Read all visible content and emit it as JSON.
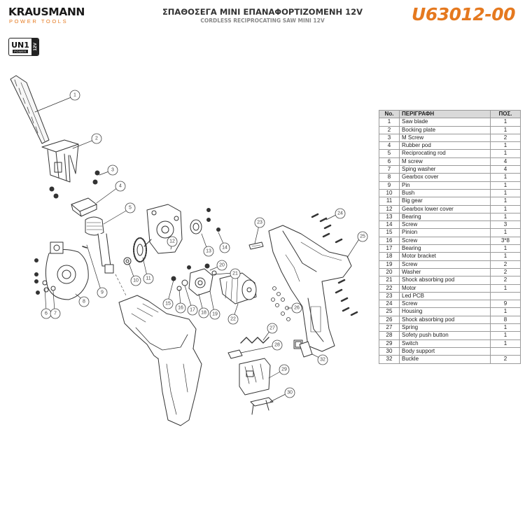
{
  "header": {
    "brand_name": "KRAUSMANN",
    "brand_tagline": "POWER TOOLS",
    "title": "ΣΠΑΘΟΣΕΓΑ MINI ΕΠΑΝΑΦΟΡΤΙΖΟΜΕΝΗ 12V",
    "subtitle": "CORDLESS RECIPROCATING SAW MINI 12V",
    "model_code": "U63012-00"
  },
  "badge": {
    "name": "UN1",
    "small": "POWER",
    "voltage": "12V"
  },
  "colors": {
    "accent": "#e5791f",
    "line": "#333333",
    "table_header": "#d9d9d9"
  },
  "table": {
    "col_no": "No.",
    "col_desc": "ΠΕΡΙΓΡΑΦΗ",
    "col_qty": "ΠΟΣ.",
    "rows": [
      {
        "no": "1",
        "desc": "Saw blade",
        "qty": "1"
      },
      {
        "no": "2",
        "desc": "Bocking plate",
        "qty": "1"
      },
      {
        "no": "3",
        "desc": "M Screw",
        "qty": "2"
      },
      {
        "no": "4",
        "desc": "Rubber pod",
        "qty": "1"
      },
      {
        "no": "5",
        "desc": "Reciprocating rod",
        "qty": "1"
      },
      {
        "no": "6",
        "desc": "M screw",
        "qty": "4"
      },
      {
        "no": "7",
        "desc": "Sping washer",
        "qty": "4"
      },
      {
        "no": "8",
        "desc": "Gearbox cover",
        "qty": "1"
      },
      {
        "no": "9",
        "desc": "Pin",
        "qty": "1"
      },
      {
        "no": "10",
        "desc": "Bush",
        "qty": "1"
      },
      {
        "no": "11",
        "desc": "Big gear",
        "qty": "1"
      },
      {
        "no": "12",
        "desc": "Gearbox lower cover",
        "qty": "1"
      },
      {
        "no": "13",
        "desc": "Bearing",
        "qty": "1"
      },
      {
        "no": "14",
        "desc": "Screw",
        "qty": "3"
      },
      {
        "no": "15",
        "desc": "Pinion",
        "qty": "1"
      },
      {
        "no": "16",
        "desc": "Screw",
        "qty": "3*8"
      },
      {
        "no": "17",
        "desc": "Bearing",
        "qty": "1"
      },
      {
        "no": "18",
        "desc": "Motor bracket",
        "qty": "1"
      },
      {
        "no": "19",
        "desc": "Screw",
        "qty": "2"
      },
      {
        "no": "20",
        "desc": "Washer",
        "qty": "2"
      },
      {
        "no": "21",
        "desc": "Shock absorbing pod",
        "qty": "2"
      },
      {
        "no": "22",
        "desc": "Motor",
        "qty": "1"
      },
      {
        "no": "23",
        "desc": "Led PCB",
        "qty": ""
      },
      {
        "no": "24",
        "desc": "Screw",
        "qty": "9"
      },
      {
        "no": "25",
        "desc": "Housing",
        "qty": "1"
      },
      {
        "no": "26",
        "desc": "Shock absorbing pod",
        "qty": "8"
      },
      {
        "no": "27",
        "desc": "Spring",
        "qty": "1"
      },
      {
        "no": "28",
        "desc": "Sofety push button",
        "qty": "1"
      },
      {
        "no": "29",
        "desc": "Switch",
        "qty": "1"
      },
      {
        "no": "30",
        "desc": "Body support",
        "qty": ""
      },
      {
        "no": "32",
        "desc": "Buckle",
        "qty": "2"
      }
    ]
  },
  "callouts": [
    "1",
    "2",
    "3",
    "4",
    "5",
    "6",
    "7",
    "8",
    "9",
    "10",
    "11",
    "12",
    "13",
    "14",
    "15",
    "16",
    "17",
    "18",
    "19",
    "20",
    "21",
    "22",
    "23",
    "24",
    "25",
    "26",
    "27",
    "28",
    "29",
    "30",
    "32"
  ]
}
